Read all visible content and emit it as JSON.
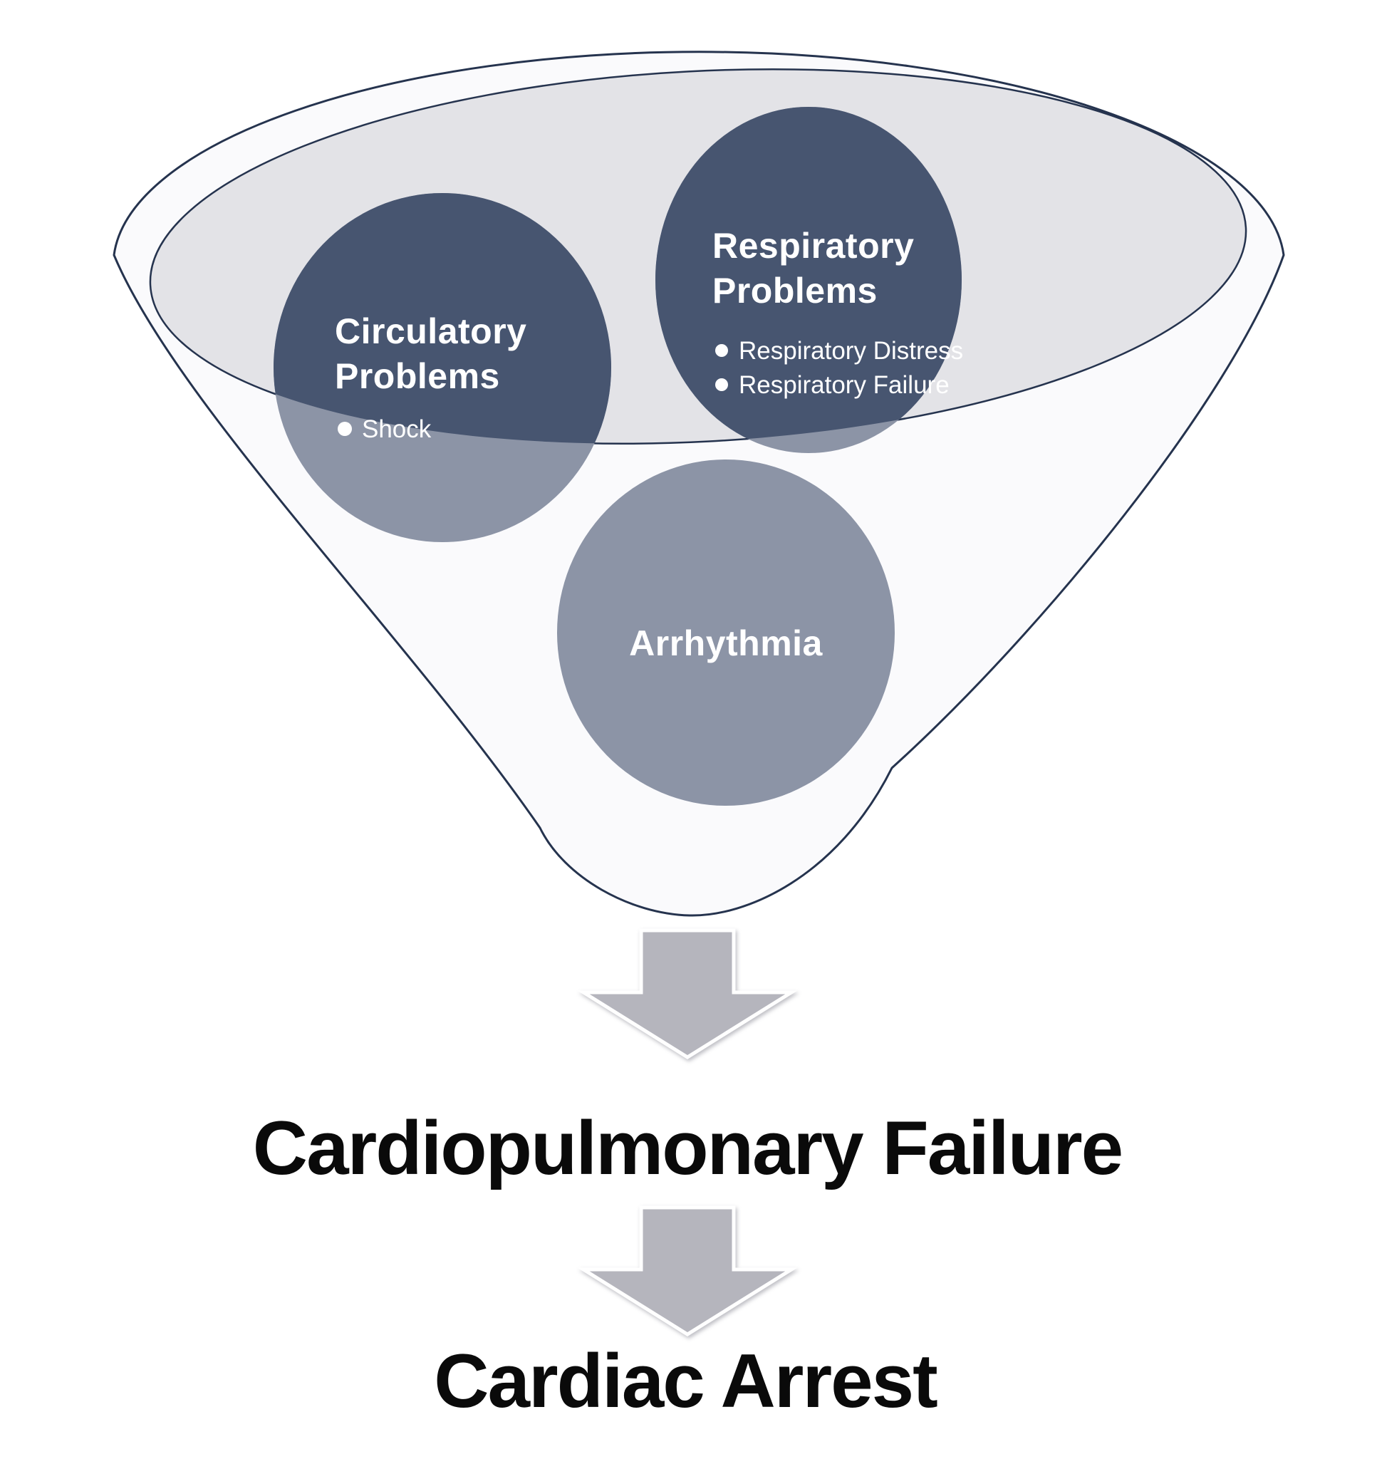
{
  "diagram": {
    "title": "Progression to Cardiac Arrest funnel",
    "circles": {
      "circulatory": {
        "line1": "Circulatory",
        "line2": "Problems",
        "bullet1": "Shock"
      },
      "respiratory": {
        "line1": "Respiratory",
        "line2": "Problems",
        "bullet1": "Respiratory Distress",
        "bullet2": "Respiratory Failure"
      },
      "arrhythmia": {
        "label": "Arrhythmia"
      }
    },
    "outcomes": {
      "first": "Cardiopulmonary Failure",
      "second": "Cardiac Arrest"
    }
  },
  "colors": {
    "navy": "#475570",
    "muted": "#8c94a6",
    "surface": "#e3e3e7",
    "funnel-fill": "#fafafc",
    "outline": "#25334e",
    "arrow": "#b5b5bd",
    "circle-text": "#ffffff",
    "heading": "#0a0a0a"
  }
}
